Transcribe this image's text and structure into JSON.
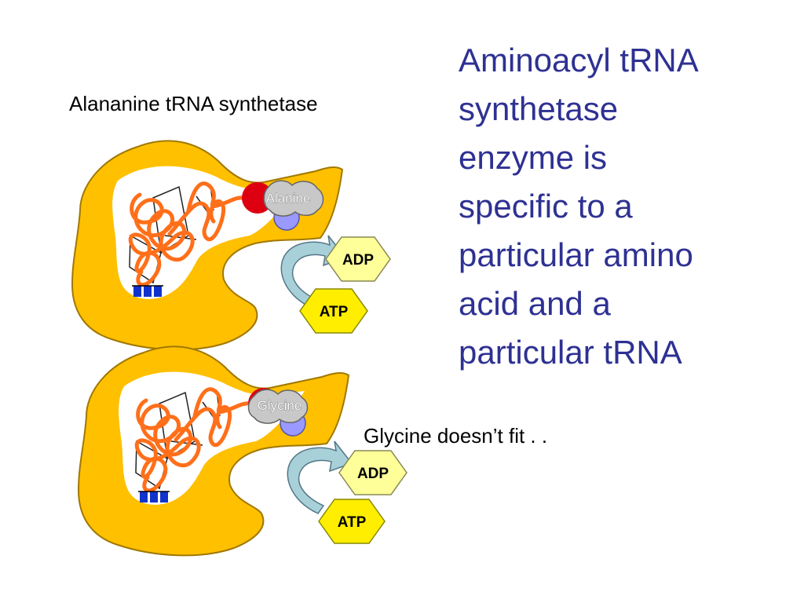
{
  "slide": {
    "heading_lines": [
      "Aminoacyl tRNA",
      "synthetase",
      "enzyme is",
      "specific to a",
      "particular amino",
      "acid and a",
      "particular tRNA"
    ],
    "top_caption": "Alananine tRNA synthetase",
    "bottom_caption": "Glycine doesn’t fit . ."
  },
  "diagrams": [
    {
      "amino_acid": "Alanine",
      "product": "ADP",
      "substrate": "ATP"
    },
    {
      "amino_acid": "Glycine",
      "product": "ADP",
      "substrate": "ATP"
    }
  ],
  "colors": {
    "enzyme": "#ffc000",
    "enzyme_outline": "#a07800",
    "trna": "#ff6f1a",
    "amino_acid": "#c8c8c8",
    "red_group": "#dd0011",
    "blue_group": "#9999ff",
    "adp": "#ffff99",
    "atp": "#ffee00",
    "arrow": "#a8d0d8",
    "text_blue": "#2e3192"
  }
}
